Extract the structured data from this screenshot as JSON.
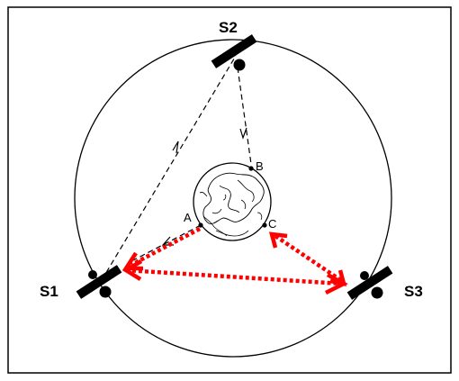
{
  "diagram": {
    "satellites": {
      "s1": {
        "label": "S1"
      },
      "s2": {
        "label": "S2"
      },
      "s3": {
        "label": "S3"
      }
    },
    "ground_points": {
      "a": {
        "label": "A"
      },
      "b": {
        "label": "B"
      },
      "c": {
        "label": "C"
      }
    },
    "colors": {
      "orbit": "#000000",
      "link_dashed": "#000000",
      "link_red": "#ff0000",
      "satellite": "#000000"
    }
  }
}
